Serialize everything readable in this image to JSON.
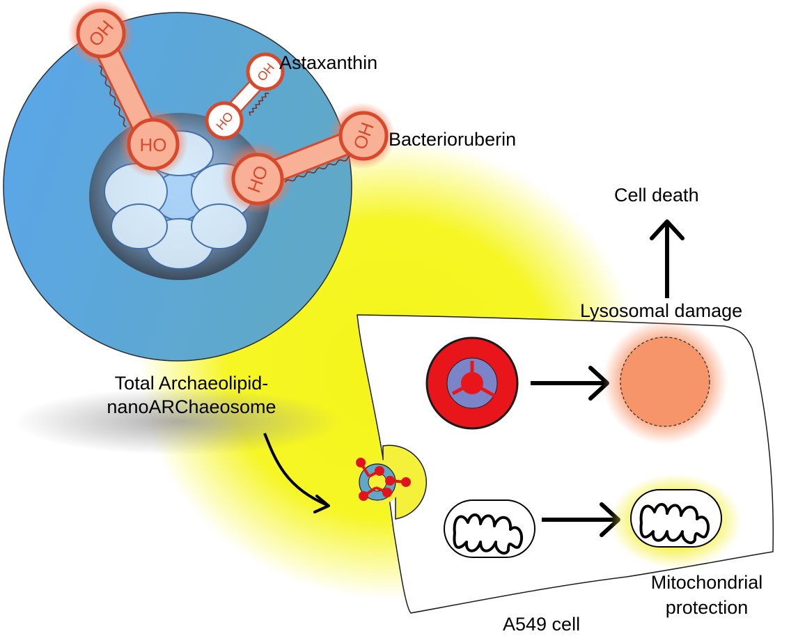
{
  "labels": {
    "astaxanthin": "Astaxanthin",
    "bacterioruberin": "Bacterioruberin",
    "cell_death": "Cell death",
    "lysosomal_damage": "Lysosomal damage",
    "nanoarchaeosome_line1": "Total Archaeolipid-",
    "nanoarchaeosome_line2": "nanoARChaeosome",
    "mitochondrial_line1": "Mitochondrial",
    "mitochondrial_line2": "protection",
    "cell": "A549 cell"
  },
  "molecule_text": {
    "hydroxyl": "HO",
    "hydroxyl_alt": "OH"
  },
  "colors": {
    "sphere_blue": "#5aa6ea",
    "sphere_teal": "#5fa8c8",
    "glow_yellow": "#f5f51a",
    "lysosome_red": "#e8161b",
    "lysosome_inner": "#7c84c8",
    "damaged_orange": "#f7956a",
    "molecule_fill": "#f8b196",
    "molecule_stroke": "#d8482a",
    "vesicle_yellow": "#f5f03a",
    "particle_teal": "#5fa8c8",
    "particle_red": "#e0141a"
  }
}
